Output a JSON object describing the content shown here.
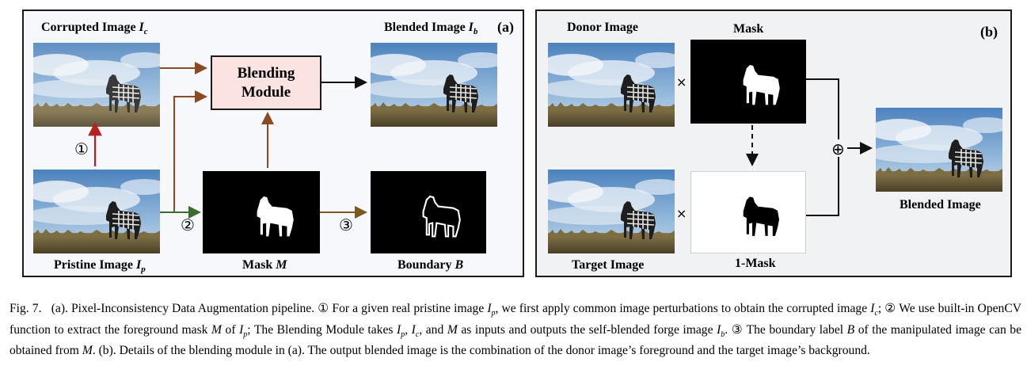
{
  "panel_a": {
    "tag": "(a)",
    "corrupted_label": "Corrupted Image",
    "corrupted_sym": "I",
    "corrupted_sub": "c",
    "blended_label": "Blended Image",
    "blended_sym": "I",
    "blended_sub": "b",
    "pristine_label": "Pristine Image",
    "pristine_sym": "I",
    "pristine_sub": "p",
    "mask_label": "Mask",
    "mask_sym": "M",
    "boundary_label": "Boundary",
    "boundary_sym": "B",
    "blending_module_line1": "Blending",
    "blending_module_line2": "Module",
    "step1": "①",
    "step2": "②",
    "step3": "③"
  },
  "panel_b": {
    "tag": "(b)",
    "donor_label": "Donor Image",
    "mask_label": "Mask",
    "target_label": "Target Image",
    "inv_mask_label": "1-Mask",
    "blended_label": "Blended Image",
    "times_symbol": "×",
    "oplus_symbol": "⊕"
  },
  "caption": {
    "fig": "Fig. 7.",
    "p1": "(a). Pixel-Inconsistency Data Augmentation pipeline. ① For a given real pristine image ",
    "p2": ", we first apply common image perturbations to obtain the corrupted image ",
    "p3": "; ② We use built-in OpenCV function to extract the foreground mask ",
    "p4": " of ",
    "p5": "; The Blending Module takes ",
    "p6": ", and ",
    "p7": " as inputs and outputs the self-blended forge image ",
    "p8": ". ③ The boundary label ",
    "p9": " of the manipulated image can be obtained from ",
    "p10": ". (b). Details of the blending module in (a). The output blended image is the combination of the donor image’s foreground and the target image’s background.",
    "sym_I": "I",
    "sub_p": "p",
    "sub_c": "c",
    "sub_b": "b",
    "sym_M": "M",
    "sym_B": "B",
    "comma": ", "
  },
  "colors": {
    "brown_arrow": "#8a4a25",
    "red_arrow": "#b52020",
    "green_arrow": "#3d6b2e",
    "olive_arrow": "#7a5a20",
    "module_fill": "#fbe3e2"
  }
}
